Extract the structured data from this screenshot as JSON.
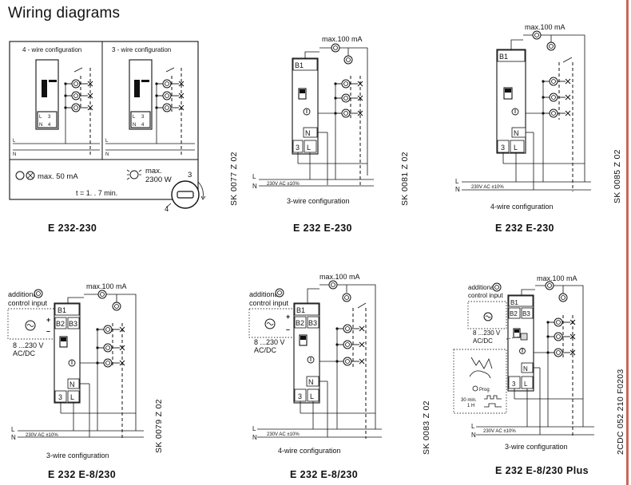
{
  "page_title": "Wiring diagrams",
  "panels": [
    {
      "caption": "E 232-230",
      "left_title": "4 - wire configuration",
      "right_title": "3 - wire configuration",
      "legend_current": "max. 50 mA",
      "legend_power_1": "max.",
      "legend_power_2": "2300 W",
      "timer": "t = 1. . 7 min.",
      "knob_3": "3",
      "knob_4": "4",
      "code": "SK 0077 Z 02"
    },
    {
      "caption": "E 232 E-230",
      "max_current": "max.100 mA",
      "supply": "230V AC ±10%",
      "config": "3-wire configuration",
      "code": "SK 0081 Z 02"
    },
    {
      "caption": "E 232 E-230",
      "max_current": "max.100 mA",
      "supply": "230V AC ±10%",
      "config": "4-wire configuration",
      "code": "SK 0085 Z 02"
    },
    {
      "caption": "E 232 E-8/230",
      "max_current": "max.100 mA",
      "aux_1": "additional",
      "aux_2": "control input",
      "aux_voltage": "8 ...230 V",
      "aux_type": "AC/DC",
      "supply": "230V AC ±10%",
      "config": "3-wire configuration",
      "code": "SK 0079 Z 02"
    },
    {
      "caption": "E 232 E-8/230",
      "max_current": "max.100 mA",
      "aux_1": "additional",
      "aux_2": "control input",
      "aux_voltage": "8 ...230 V",
      "aux_type": "AC/DC",
      "supply": "230V AC ±10%",
      "config": "4-wire configuration",
      "code": "SK 0083 Z 02"
    },
    {
      "caption": "E 232 E-8/230 Plus",
      "max_current": "max.100 mA",
      "aux_1": "additional",
      "aux_2": "control input",
      "aux_voltage": "8 ...230 V",
      "aux_type": "AC/DC",
      "prog": "Prog",
      "prog_30": "30 min.",
      "prog_1h": "1 H",
      "supply": "230V AC ±10%",
      "config": "3-wire configuration",
      "code": "2CDC 052 210 F0203"
    }
  ],
  "terminals": {
    "b1": "B1",
    "b2": "B2",
    "b3": "B3",
    "n": "N",
    "t3": "3",
    "tl": "L",
    "t4": "4",
    "l": "L",
    "neutral": "N"
  }
}
